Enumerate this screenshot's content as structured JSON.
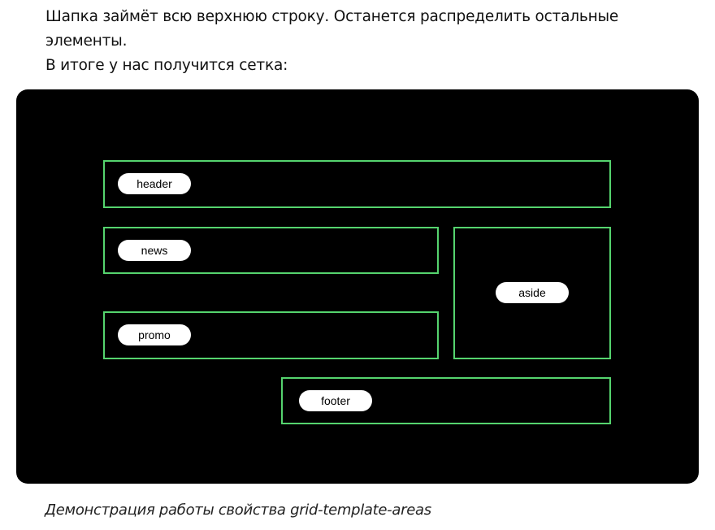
{
  "intro": {
    "line1": "Шапка займёт всю верхнюю строку. Останется распределить остальные элементы.",
    "line2": "В итоге у нас получится сетка:"
  },
  "figure": {
    "areas": {
      "header": "header",
      "news": "news",
      "promo": "promo",
      "aside": "aside",
      "footer": "footer"
    },
    "colors": {
      "background": "#000000",
      "area_border": "#55d46e",
      "label_bg": "#ffffff"
    }
  },
  "caption": "Демонстрация работы свойства grid-template-areas"
}
